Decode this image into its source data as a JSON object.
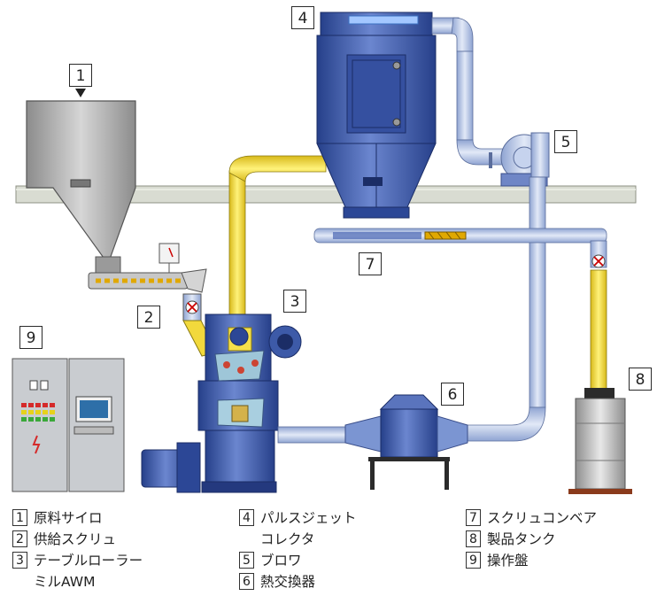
{
  "callouts": {
    "c1": "1",
    "c2": "2",
    "c3": "3",
    "c4": "4",
    "c5": "5",
    "c6": "6",
    "c7": "7",
    "c8": "8",
    "c9": "9"
  },
  "legend": {
    "item1": {
      "num": "1",
      "text": "原料サイロ"
    },
    "item2": {
      "num": "2",
      "text": "供給スクリュ"
    },
    "item3": {
      "num": "3",
      "text": "テーブルローラー",
      "text2": "ミルAWM"
    },
    "item4": {
      "num": "4",
      "text": "パルスジェット",
      "text2": "コレクタ"
    },
    "item5": {
      "num": "5",
      "text": "ブロワ"
    },
    "item6": {
      "num": "6",
      "text": "熱交換器"
    },
    "item7": {
      "num": "7",
      "text": "スクリュコンベア"
    },
    "item8": {
      "num": "8",
      "text": "製品タンク"
    },
    "item9": {
      "num": "9",
      "text": "操作盤"
    }
  },
  "colors": {
    "floor": "#d9dcd2",
    "equipment_blue": "#3d5aa8",
    "duct_blue": "#b6c6e6",
    "duct_yellow": "#f5e04a",
    "silo_gray": "#a9a9a9",
    "panel_gray": "#c9ccd0"
  }
}
